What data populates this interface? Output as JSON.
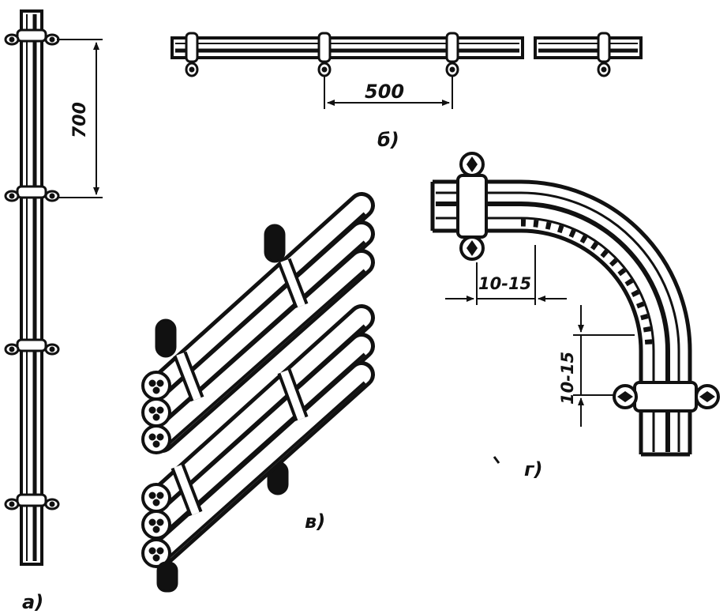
{
  "figures": {
    "a": {
      "caption": "а)",
      "dimension": "700"
    },
    "b": {
      "caption": "б)",
      "dimension": "500"
    },
    "v": {
      "caption": "в)"
    },
    "g": {
      "caption": "г)",
      "dimension_horizontal": "10-15",
      "dimension_vertical": "10-15"
    }
  },
  "colors": {
    "ink": "#111111",
    "paper": "#ffffff"
  }
}
